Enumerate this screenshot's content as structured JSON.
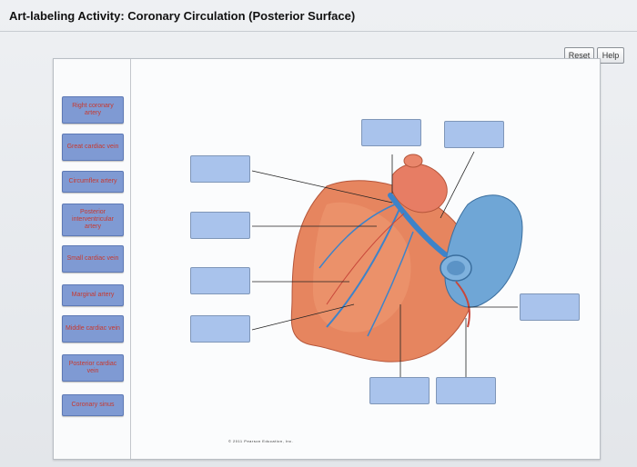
{
  "header": {
    "title": "Art-labeling Activity: Coronary Circulation (Posterior Surface)",
    "reset_label": "Reset",
    "help_label": "Help"
  },
  "palette": {
    "terms": [
      "Right coronary artery",
      "Great cardiac vein",
      "Circumflex artery",
      "Posterior interventricular artery",
      "Small cardiac vein",
      "Marginal artery",
      "Middle cardiac vein",
      "Posterior cardiac vein",
      "Coronary sinus"
    ]
  },
  "figure": {
    "credit": "© 2011 Pearson Education, Inc."
  },
  "colors": {
    "term_fill": "#7f9ad3",
    "term_text": "#c7392f",
    "drop_zone": "#a9c3ec",
    "heart_muscle": "#e6855f",
    "vessel_blue": "#3d83c9"
  }
}
